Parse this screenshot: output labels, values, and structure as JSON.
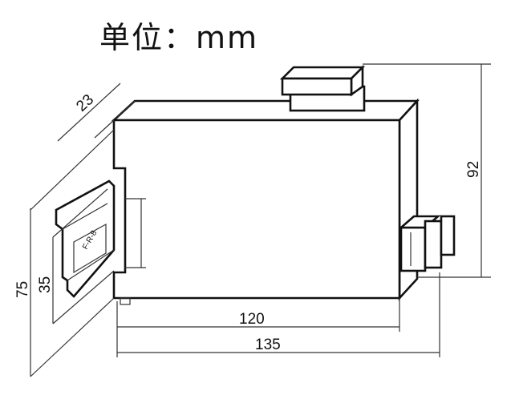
{
  "title": {
    "unit_label": "单位：",
    "unit_value": "mm"
  },
  "dimensions": {
    "depth": "23",
    "rail_width": "35",
    "height_total": "75",
    "height_right": "92",
    "width_body": "120",
    "width_total": "135"
  },
  "rail_marking": "F-R-8"
}
